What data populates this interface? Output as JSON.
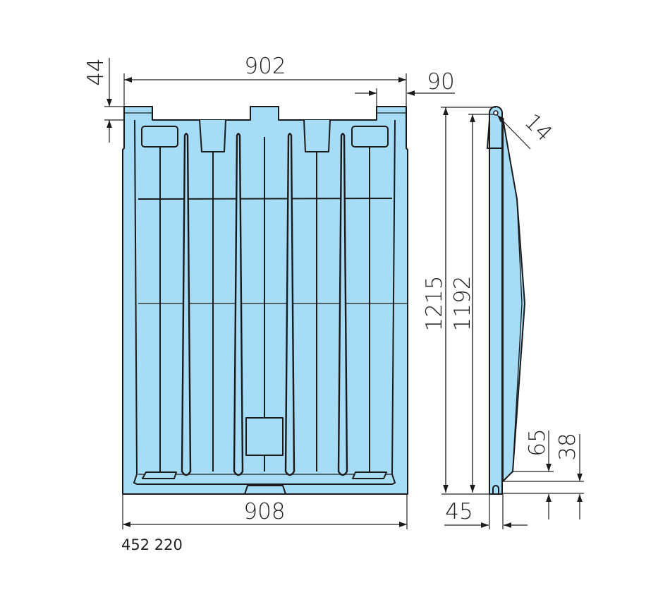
{
  "drawing": {
    "article_number": "452 220",
    "fill_color": "#a6dcf6",
    "dimensions": {
      "top_width": "902",
      "bottom_width": "908",
      "tab_height": "44",
      "tab_width": "90",
      "overall_height": "1215",
      "inner_height": "1192",
      "hinge_radius": "14",
      "bottom_offset_65": "65",
      "bottom_offset_38": "38",
      "thickness": "45"
    }
  }
}
